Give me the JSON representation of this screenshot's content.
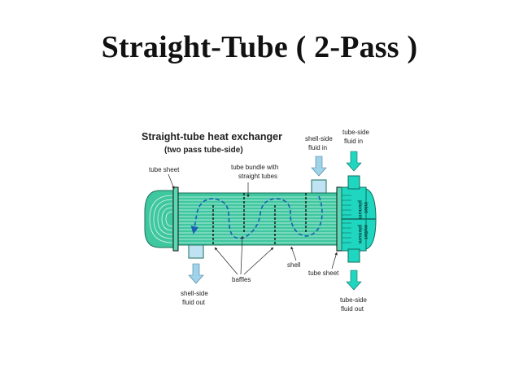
{
  "title": "Straight-Tube  ( 2-Pass )",
  "diagram": {
    "heading": "Straight-tube heat exchanger",
    "subheading": "(two pass tube-side)",
    "labels": {
      "tube_sheet_left": "tube sheet",
      "tube_bundle_1": "tube bundle with",
      "tube_bundle_2": "straight tubes",
      "shell_side_in_1": "shell-side",
      "shell_side_in_2": "fluid in",
      "tube_side_in_1": "tube-side",
      "tube_side_in_2": "fluid in",
      "inlet_plenum_1": "inlet",
      "inlet_plenum_2": "plenum",
      "outlet_plenum_1": "outlet",
      "outlet_plenum_2": "plenum",
      "baffles": "baffles",
      "shell": "shell",
      "tube_sheet_right": "tube sheet",
      "shell_side_out_1": "shell-side",
      "shell_side_out_2": "fluid out",
      "tube_side_out_1": "tube-side",
      "tube_side_out_2": "fluid out"
    },
    "colors": {
      "shell_fill": "#3fc7a0",
      "shell_dark": "#2a9e7e",
      "plenum_fill": "#1fd7c0",
      "shell_flow_arrow": "#1b5fb0",
      "fluid_arrow": "#9fd3ea"
    }
  }
}
